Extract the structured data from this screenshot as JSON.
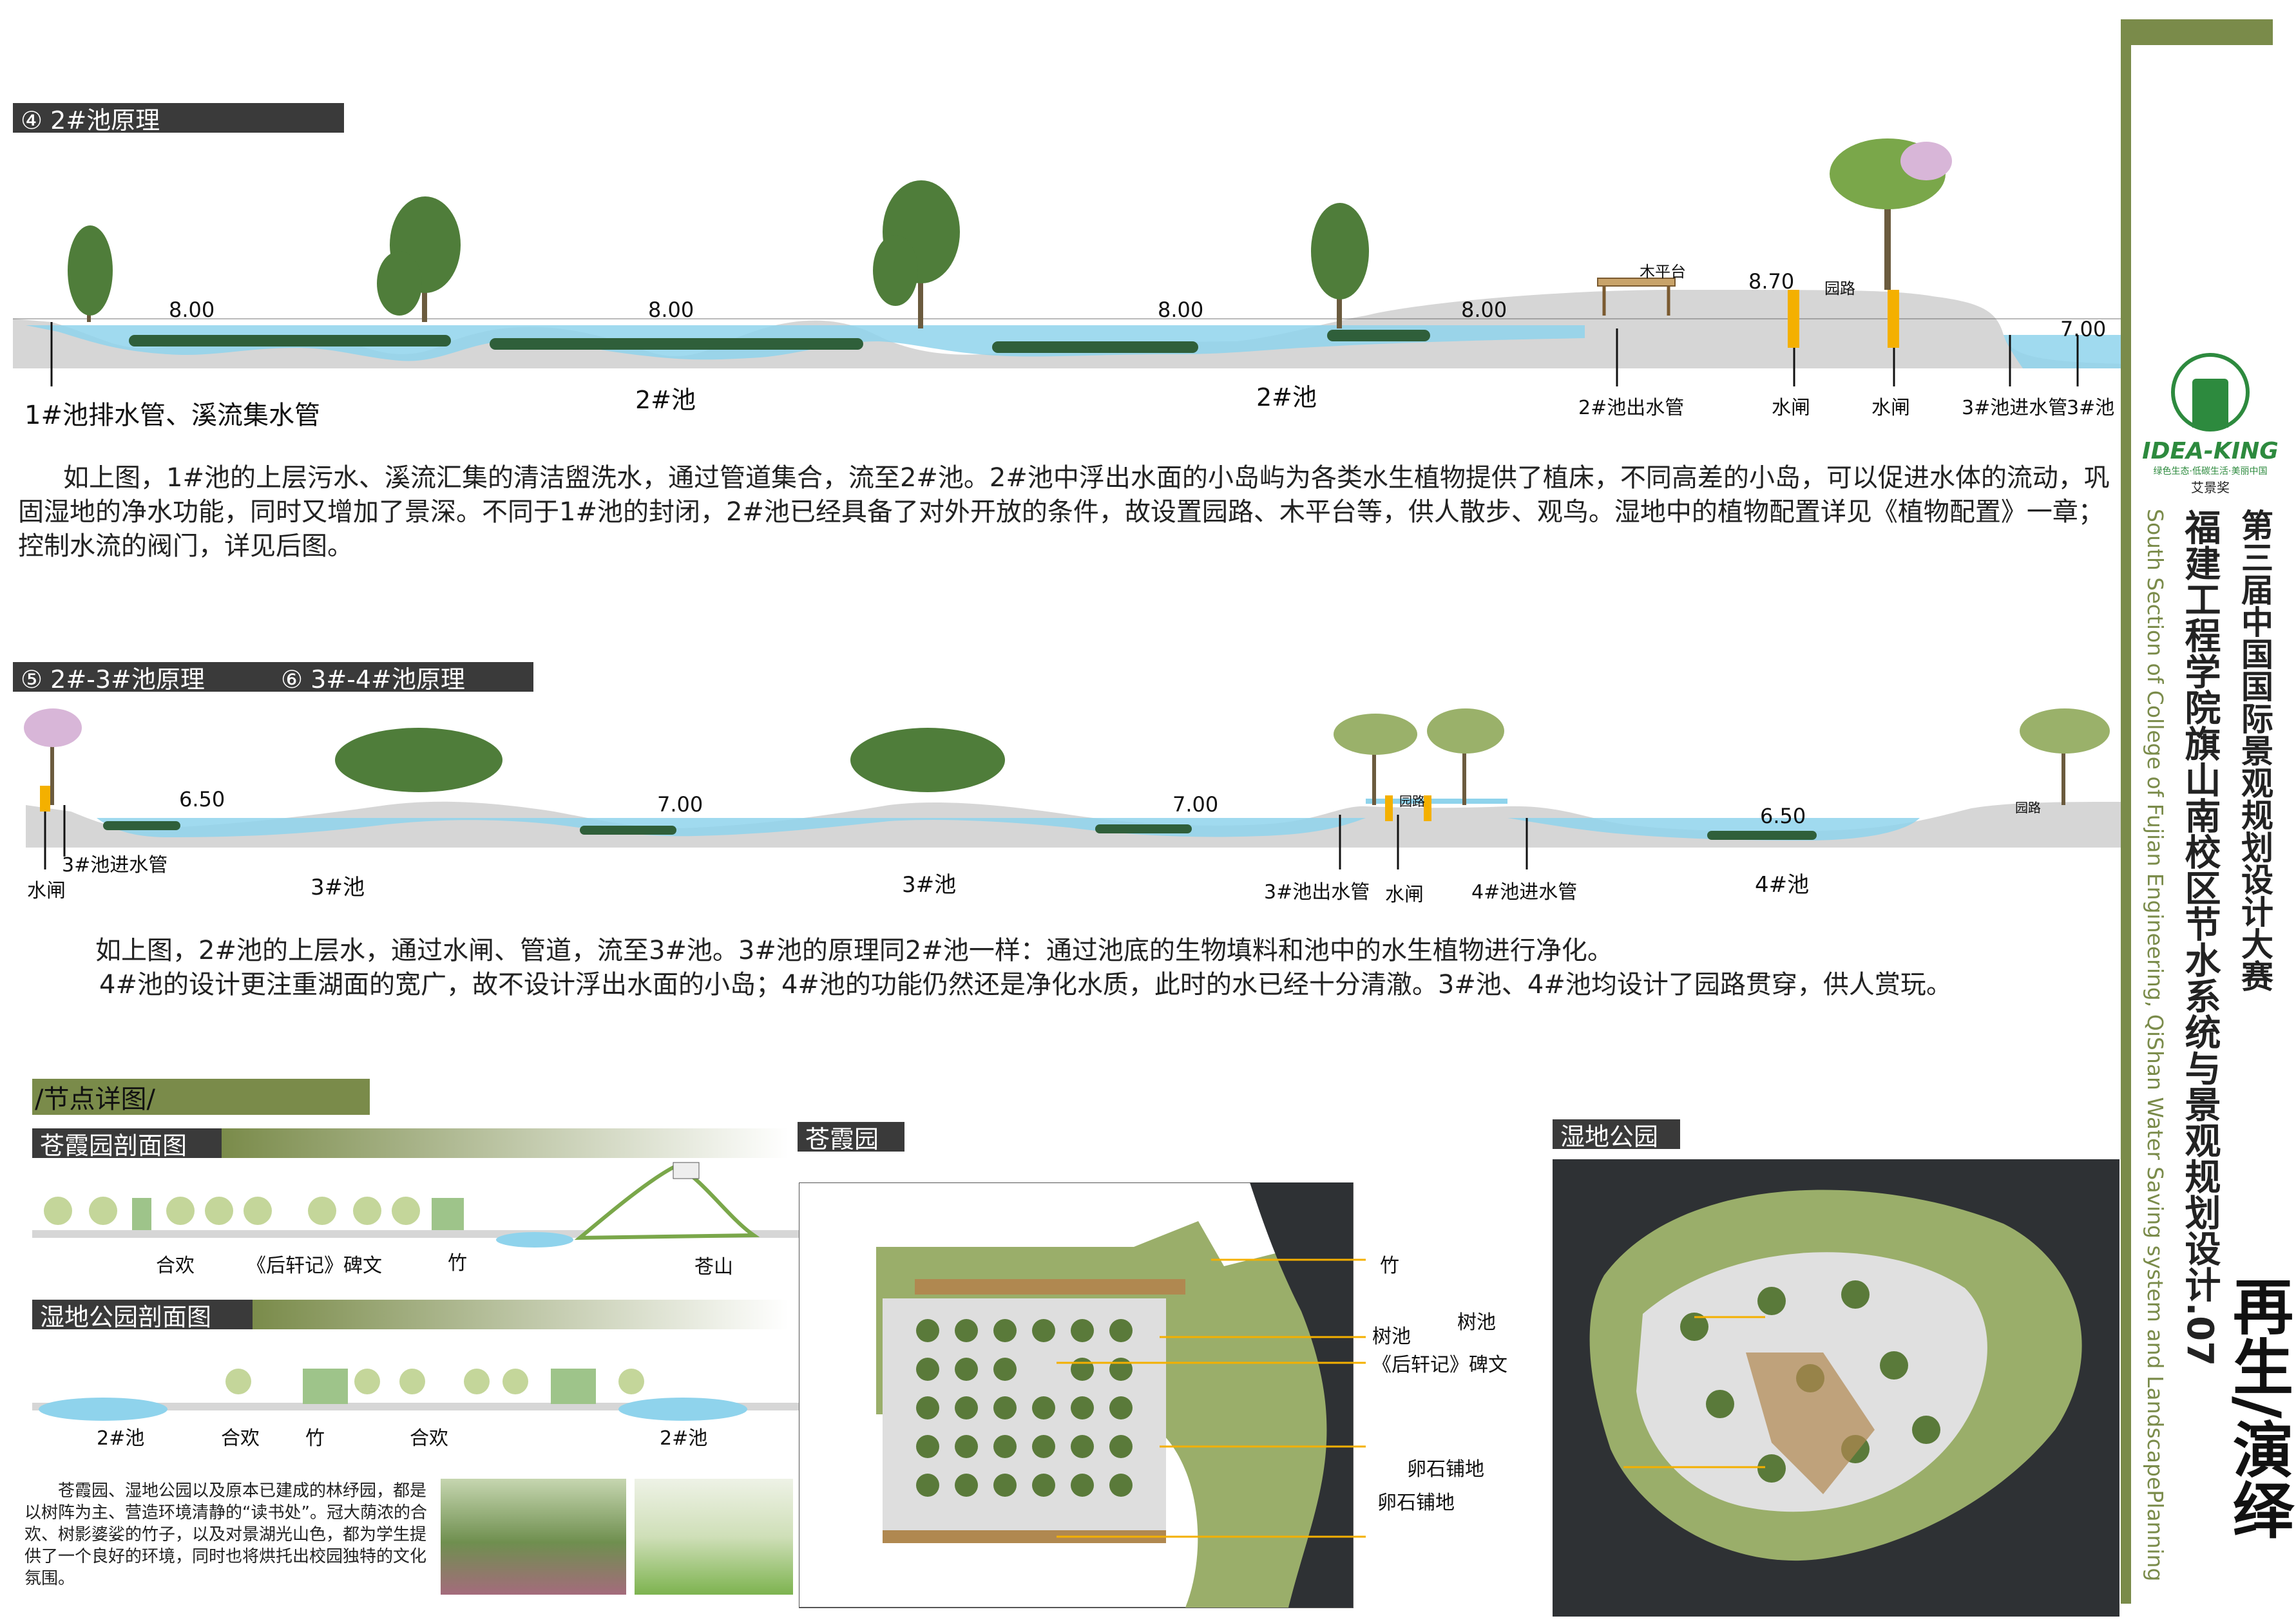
{
  "section4": {
    "title": "④  2#池原理"
  },
  "section5": {
    "title_a": "⑤  2#-3#池原理",
    "title_b": "⑥  3#-4#池原理"
  },
  "section1": {
    "levels": [
      "8.00",
      "8.00",
      "8.00",
      "8.00",
      "8.70",
      "7.00"
    ],
    "labels": {
      "outlet1": "1#池排水管、溪流集水管",
      "pool2a": "2#池",
      "pool2b": "2#池",
      "deck": "木平台",
      "road": "园路",
      "out2": "2#池出水管",
      "gate1": "水闸",
      "gate2": "水闸",
      "in3": "3#池进水管",
      "pool3": "3#池"
    },
    "paragraph": "如上图，1#池的上层污水、溪流汇集的清洁盥洗水，通过管道集合，流至2#池。2#池中浮出水面的小岛屿为各类水生植物提供了植床，不同高差的小岛，可以促进水体的流动，巩固湿地的净水功能，同时又增加了景深。不同于1#池的封闭，2#池已经具备了对外开放的条件，故设置园路、木平台等，供人散步、观鸟。湿地中的植物配置详见《植物配置》一章；控制水流的阀门，详见后图。"
  },
  "section2": {
    "levels": [
      "6.50",
      "7.00",
      "7.00",
      "6.50"
    ],
    "labels": {
      "gate": "水闸",
      "in3": "3#池进水管",
      "pool3a": "3#池",
      "pool3b": "3#池",
      "out3": "3#池出水管",
      "gate2": "水闸",
      "in4": "4#池进水管",
      "pool4": "4#池",
      "road": "园路",
      "road2": "园路"
    },
    "paragraph1": "如上图，2#池的上层水，通过水闸、管道，流至3#池。3#池的原理同2#池一样：通过池底的生物填料和池中的水生植物进行净化。",
    "paragraph2": "4#池的设计更注重湖面的宽广，故不设计浮出水面的小岛；4#池的功能仍然还是净化水质，此时的水已经十分清澈。3#池、4#池均设计了园路贯穿，供人赏玩。"
  },
  "detail": {
    "title": "/节点详图/",
    "cangxia_section": "苍霞园剖面图",
    "cangxia_labels": [
      "合欢",
      "《后轩记》碑文",
      "竹",
      "苍山"
    ],
    "wetland_section": "湿地公园剖面图",
    "wetland_labels": [
      "2#池",
      "合欢",
      "竹",
      "合欢",
      "2#池"
    ],
    "note": "苍霞园、湿地公园以及原本已建成的林纾园，都是以树阵为主、营造环境清静的“读书处”。冠大荫浓的合欢、树影婆娑的竹子，以及对景湖光山色，都为学生提供了一个良好的环境，同时也将烘托出校园独特的文化氛围。",
    "cangxia_plan": "苍霞园",
    "cangxia_plan_labels": [
      "竹",
      "树池",
      "《后轩记》碑文",
      "卵石铺地"
    ],
    "wetland_plan": "湿地公园",
    "wetland_plan_labels": [
      "树池",
      "卵石铺地"
    ]
  },
  "sidebar": {
    "logo_text": "IDEA-KING",
    "logo_sub": "绿色生态·低碳生活·美丽中国",
    "award": "艾景奖",
    "competition": "第三届中国国际景观规划设计大赛",
    "project": "福建工程学院旗山南校区节水系统与景观规划设计.07",
    "english": "South Section of College of Fujian Engineering, QiShan Water Saving system and LandscapePlanning",
    "theme": "再生/演绎"
  },
  "colors": {
    "accent": "#7a8b4a",
    "water": "#8fd3ec",
    "ground": "#d6d6d6"
  }
}
